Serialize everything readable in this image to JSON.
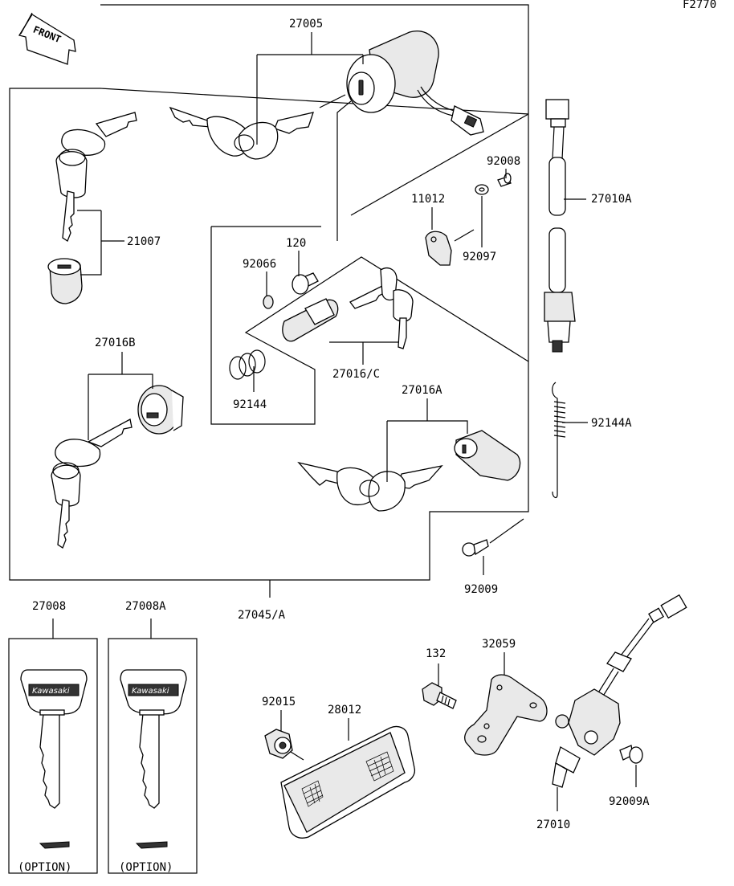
{
  "figure_code": "F2770",
  "front_label": "FRONT",
  "labels": {
    "p27005": "27005",
    "p21007": "21007",
    "p92066": "92066",
    "p120": "120",
    "p92008": "92008",
    "p11012": "11012",
    "p92097": "92097",
    "p27010A": "27010A",
    "p27016B": "27016B",
    "p27016C": "27016/C",
    "p92144": "92144",
    "p27016A": "27016A",
    "p92144A": "92144A",
    "p92009": "92009",
    "p27045A": "27045/A",
    "p27008": "27008",
    "p27008A": "27008A",
    "p132": "132",
    "p32059": "32059",
    "p92015": "92015",
    "p28012": "28012",
    "p92009A": "92009A",
    "p27010": "27010"
  },
  "key_brand": "Kawasaki",
  "option_label": "(OPTION)"
}
